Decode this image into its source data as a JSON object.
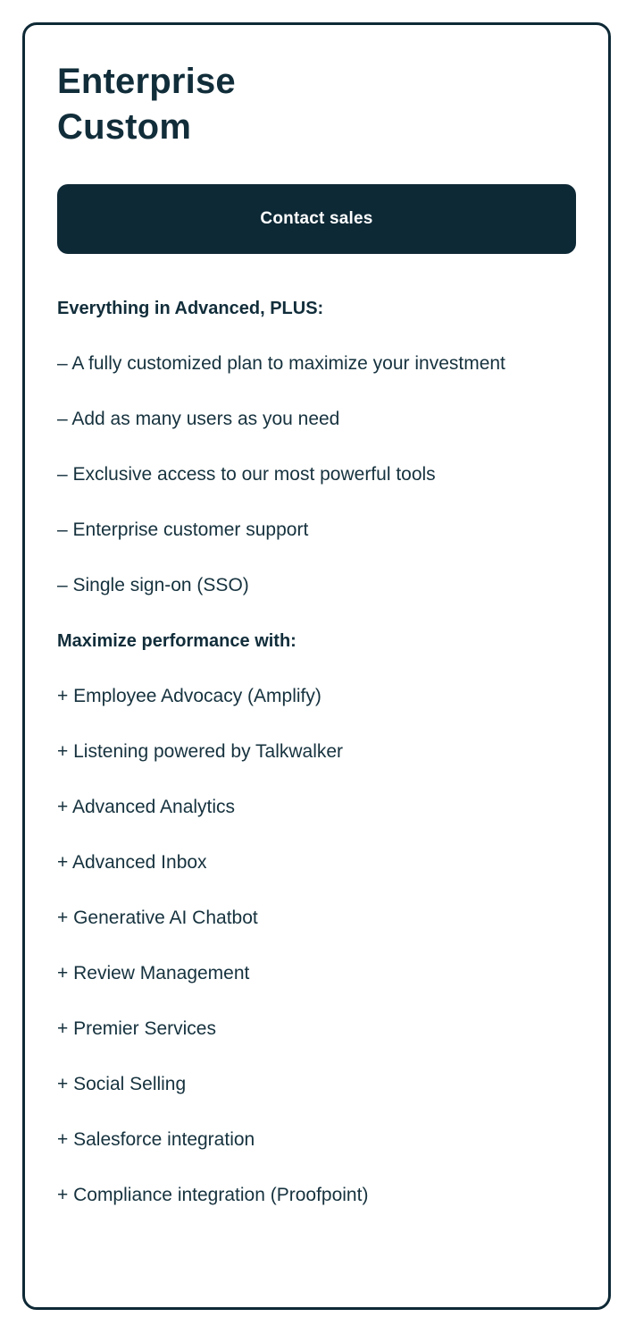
{
  "card": {
    "title_line1": "Enterprise",
    "title_line2": "Custom",
    "cta_label": "Contact sales",
    "sections": [
      {
        "heading": "Everything in Advanced, PLUS:",
        "items": [
          "– A fully customized plan to maximize your investment",
          "– Add as many users as you need",
          "– Exclusive access to our most powerful tools",
          "– Enterprise customer support",
          "– Single sign-on (SSO)"
        ]
      },
      {
        "heading": "Maximize performance with:",
        "items": [
          "+ Employee Advocacy (Amplify)",
          "+ Listening powered by Talkwalker",
          "+ Advanced Analytics",
          "+ Advanced Inbox",
          "+ Generative AI Chatbot",
          "+ Review Management",
          "+ Premier Services",
          "+ Social Selling",
          "+ Salesforce integration",
          "+ Compliance integration (Proofpoint)"
        ]
      }
    ]
  },
  "colors": {
    "accent_dark": "#0e2936",
    "heading_text": "#112d3a",
    "body_text": "#16323e",
    "button_text": "#ffffff",
    "background": "#ffffff"
  }
}
